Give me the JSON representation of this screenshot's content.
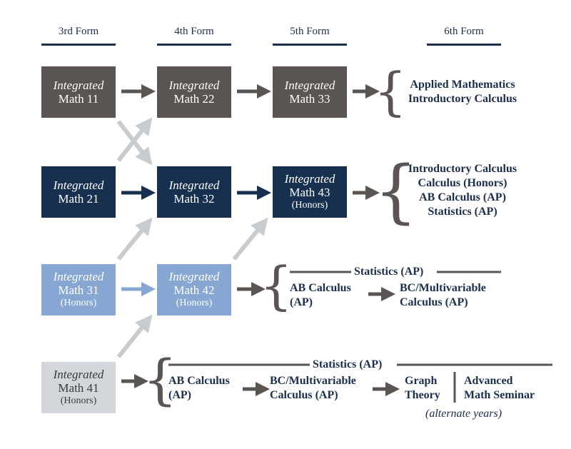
{
  "headers": [
    "3rd Form",
    "4th Form",
    "5th Form",
    "6th Form"
  ],
  "boxes": {
    "m11": {
      "line1": "Integrated",
      "line2": "Math 11"
    },
    "m22": {
      "line1": "Integrated",
      "line2": "Math 22"
    },
    "m33": {
      "line1": "Integrated",
      "line2": "Math 33"
    },
    "m21": {
      "line1": "Integrated",
      "line2": "Math 21"
    },
    "m32": {
      "line1": "Integrated",
      "line2": "Math 32"
    },
    "m43": {
      "line1": "Integrated",
      "line2": "Math 43",
      "line3": "(Honors)"
    },
    "m31": {
      "line1": "Integrated",
      "line2": "Math 31",
      "line3": "(Honors)"
    },
    "m42": {
      "line1": "Integrated",
      "line2": "Math 42",
      "line3": "(Honors)"
    },
    "m41": {
      "line1": "Integrated",
      "line2": "Math 41",
      "line3": "(Honors)"
    }
  },
  "row1_options": [
    "Applied Mathematics",
    "Introductory Calculus"
  ],
  "row2_options": [
    "Introductory Calculus",
    "Calculus (Honors)",
    "AB Calculus (AP)",
    "Statistics (AP)"
  ],
  "row3": {
    "stats": "Statistics (AP)",
    "ab_1": "AB Calculus",
    "ab_2": "(AP)",
    "bc_1": "BC/Multivariable",
    "bc_2": "Calculus (AP)"
  },
  "row4": {
    "stats": "Statistics (AP)",
    "ab_1": "AB Calculus",
    "ab_2": "(AP)",
    "bc_1": "BC/Multivariable",
    "bc_2": "Calculus (AP)",
    "graph_1": "Graph",
    "graph_2": "Theory",
    "adv_1": "Advanced",
    "adv_2": "Math Seminar",
    "note": "(alternate years)"
  },
  "colors": {
    "gray": "#5a5553",
    "navy": "#17304f",
    "blue": "#87a7d2",
    "light": "#d3d6da",
    "connector": "#c9cccf"
  }
}
